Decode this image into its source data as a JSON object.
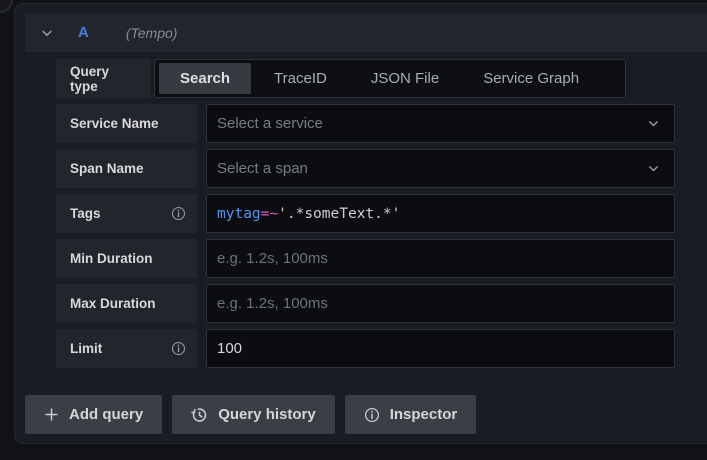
{
  "header": {
    "ref_id": "A",
    "datasource": "(Tempo)"
  },
  "query_type": {
    "label": "Query type",
    "tabs": [
      "Search",
      "TraceID",
      "JSON File",
      "Service Graph"
    ],
    "selected": "Search"
  },
  "fields": {
    "service_name": {
      "label": "Service Name",
      "placeholder": "Select a service"
    },
    "span_name": {
      "label": "Span Name",
      "placeholder": "Select a span"
    },
    "tags": {
      "label": "Tags",
      "code": {
        "key": "mytag",
        "operator": "=~",
        "pattern": "'.*someText.*'"
      }
    },
    "min_duration": {
      "label": "Min Duration",
      "placeholder": "e.g. 1.2s, 100ms"
    },
    "max_duration": {
      "label": "Max Duration",
      "placeholder": "e.g. 1.2s, 100ms"
    },
    "limit": {
      "label": "Limit",
      "value": "100"
    }
  },
  "actions": {
    "add_query": "Add query",
    "query_history": "Query history",
    "inspector": "Inspector"
  },
  "colors": {
    "ref_id": "#4d7cdb",
    "code_key": "#5794f2",
    "code_operator": "#e05cc3",
    "code_string": "#ccced4",
    "selected_tab_bg": "#363b42",
    "panel_bg": "#191c22",
    "input_bg": "#0b0d10",
    "label_bg": "#22252b"
  }
}
